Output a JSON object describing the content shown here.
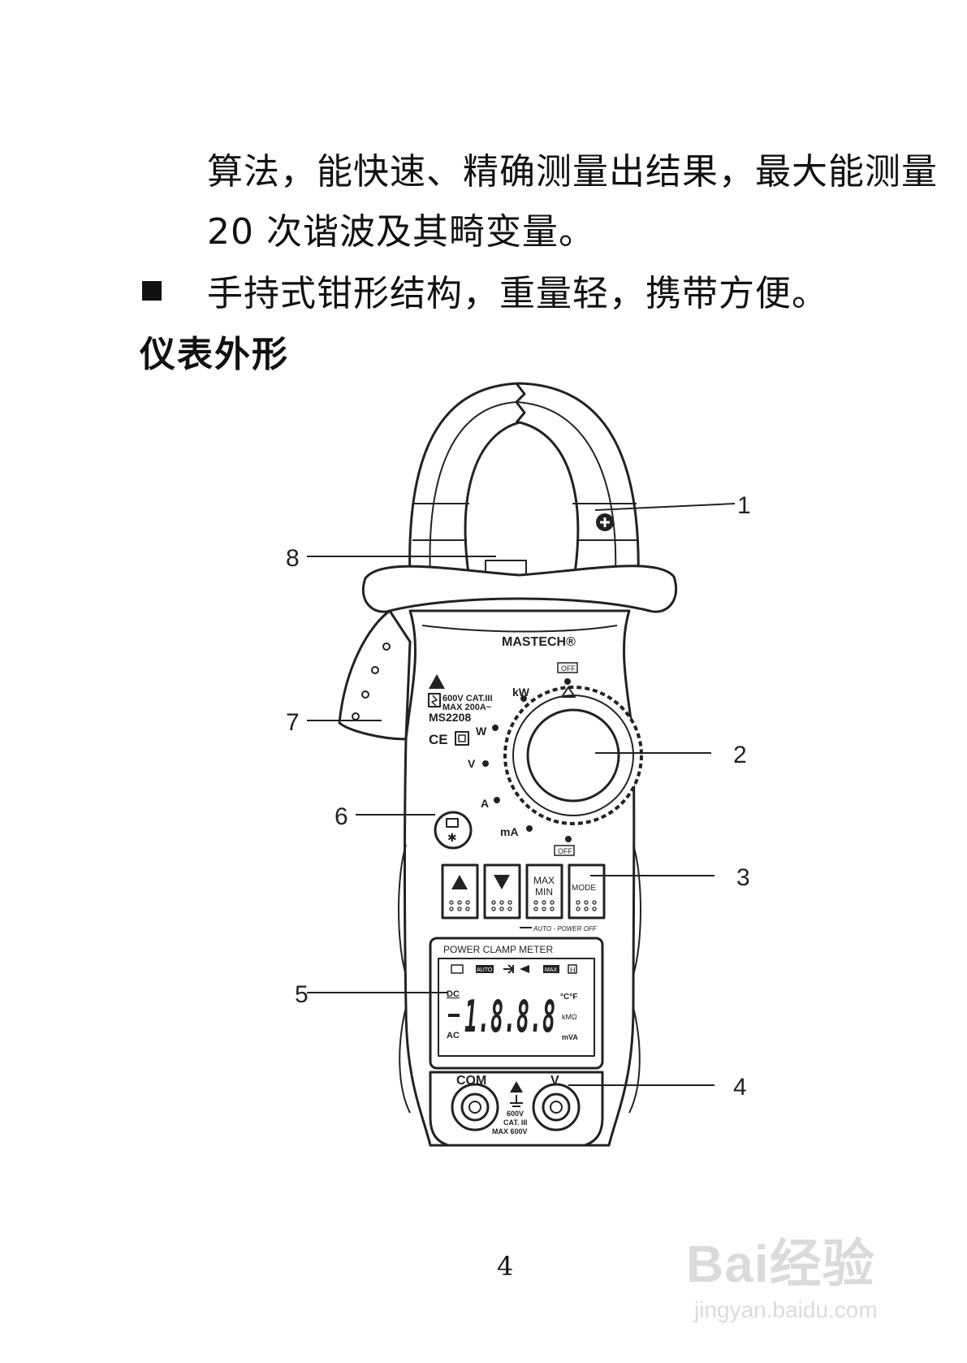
{
  "text": {
    "line1": "算法，能快速、精确测量出结果，最大能测量",
    "line2": "20 次谐波及其畸变量。",
    "line3": "手持式钳形结构，重量轻，携带方便。",
    "heading": "仪表外形",
    "page_number": "4"
  },
  "figure": {
    "brand": "MASTECH®",
    "model": "MS2208",
    "rating_line1": "600V CAT.III",
    "rating_line2": "MAX 200A~",
    "ce": "CE",
    "dial_labels": {
      "off_top": "OFF",
      "kw": "kW",
      "w": "W",
      "v": "V",
      "a": "A",
      "ma": "mA",
      "off_bottom": "OFF"
    },
    "buttons": {
      "max": "MAX",
      "min": "MIN",
      "mode": "MODE"
    },
    "auto_power_off": "AUTO - POWER OFF",
    "lcd_title": "POWER CLAMP METER",
    "lcd_digits": "1.8.8.8",
    "lcd_icons": {
      "auto": "AUTO",
      "max": "MAX",
      "h": "H",
      "dc": "DC",
      "ac": "AC",
      "temp": "°C°F",
      "kmo": "kMΩ",
      "mva": "mVA"
    },
    "terminals": {
      "com": "COM",
      "v": "V",
      "rating_1": "600V",
      "rating_2": "CAT. III",
      "rating_3": "MAX 600V"
    },
    "callouts": [
      "1",
      "2",
      "3",
      "4",
      "5",
      "6",
      "7",
      "8"
    ]
  },
  "watermark": {
    "main": "Bai经验",
    "sub": "jingyan.baidu.com"
  }
}
